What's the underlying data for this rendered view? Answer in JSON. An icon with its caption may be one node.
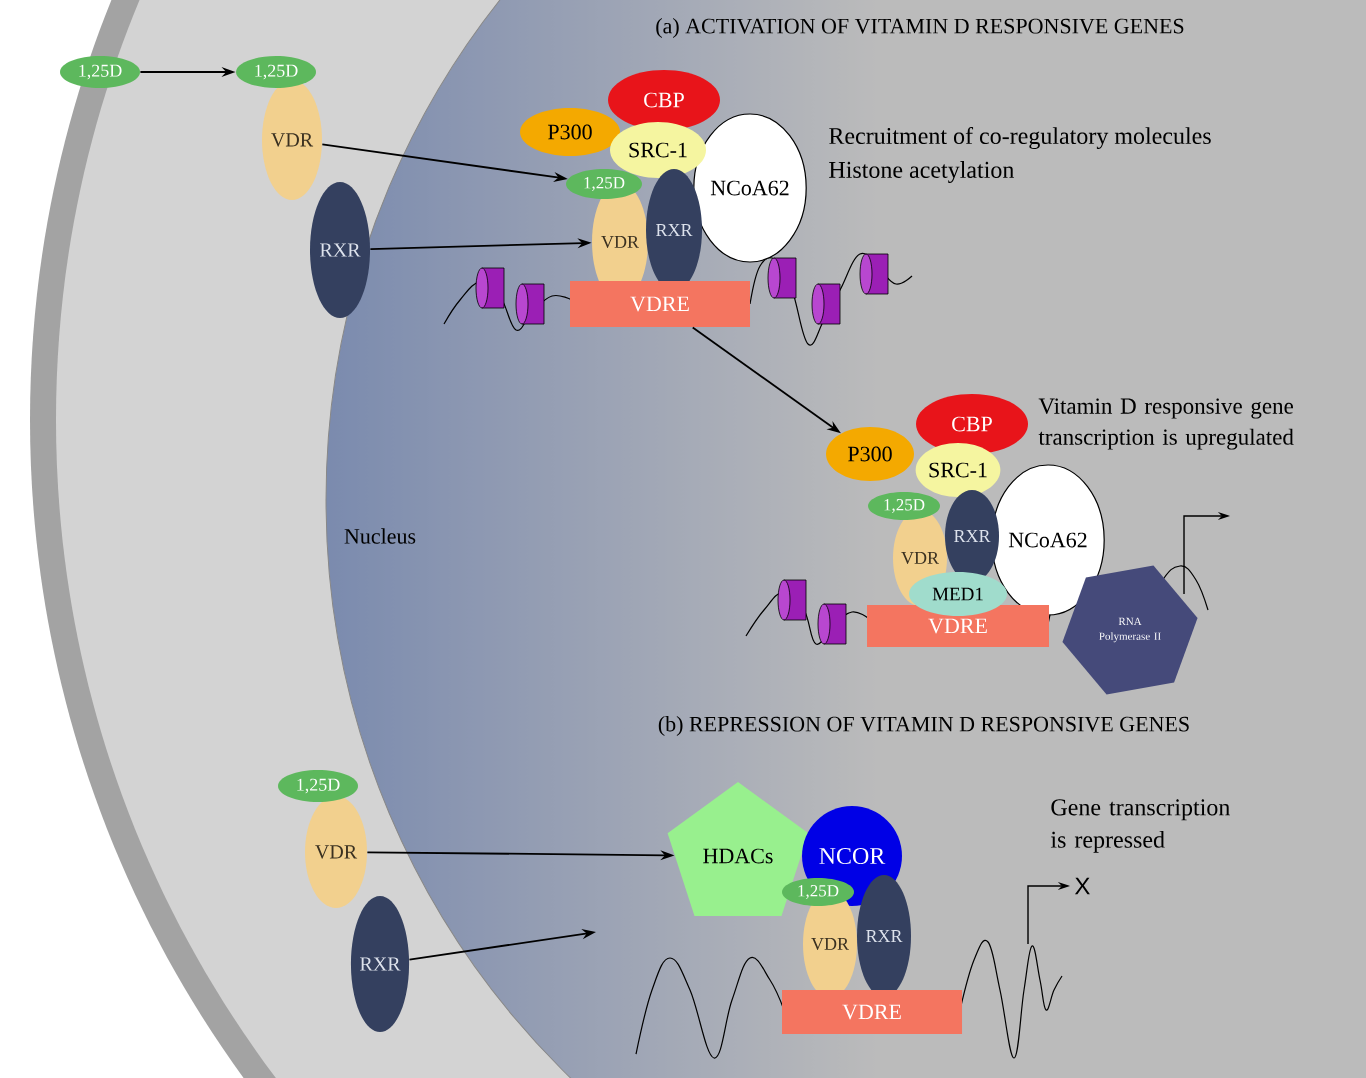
{
  "diagram": {
    "nodes": [
      {
        "text": [
          "1,25D"
        ]
      },
      {
        "text": [
          "1,25D"
        ]
      },
      {
        "text": [
          "VDR"
        ]
      },
      {
        "text": [
          "RXR"
        ]
      },
      {
        "text": [
          "CBP"
        ]
      },
      {
        "text": [
          "P300"
        ]
      },
      {
        "text": [
          "SRC-1"
        ]
      },
      {
        "text": [
          "NCoA62"
        ]
      },
      {
        "text": [
          "1,25D"
        ]
      },
      {
        "text": [
          "VDR"
        ]
      },
      {
        "text": [
          "RXR"
        ]
      },
      {
        "text": [
          "VDRE"
        ]
      },
      {
        "text": [
          "CBP"
        ]
      },
      {
        "text": [
          "P300"
        ]
      },
      {
        "text": [
          "SRC-1"
        ]
      },
      {
        "text": [
          "NCoA62"
        ]
      },
      {
        "text": [
          "1,25D"
        ]
      },
      {
        "text": [
          "VDR"
        ]
      },
      {
        "text": [
          "RXR"
        ]
      },
      {
        "text": [
          "MED1"
        ]
      },
      {
        "text": [
          "VDRE"
        ]
      },
      {
        "text": [
          "RNA Polymerase II"
        ]
      },
      {
        "text": [
          "1,25D"
        ]
      },
      {
        "text": [
          "VDR"
        ]
      },
      {
        "text": [
          "RXR"
        ]
      },
      {
        "text": [
          "HDACs"
        ]
      },
      {
        "text": [
          "NCOR"
        ]
      },
      {
        "text": [
          "1,25D"
        ]
      },
      {
        "text": [
          "VDR"
        ]
      },
      {
        "text": [
          "RXR"
        ]
      },
      {
        "text": [
          "VDRE"
        ]
      }
    ],
    "edges": [
      {
        "from": 0,
        "to": 1,
        "arrow": "to"
      },
      {
        "from": 2,
        "to": 8,
        "arrow": "to"
      },
      {
        "from": 3,
        "to": 9,
        "arrow": "to"
      },
      {
        "from": 11,
        "to": 13,
        "arrow": "to"
      },
      {
        "from": 23,
        "to": 25,
        "arrow": "to"
      },
      {
        "from": 24,
        "to": null,
        "arrow": "to"
      }
    ],
    "labels": [
      "(a) ACTIVATION OF VITAMIN D RESPONSIVE GENES",
      "Recruitment of co-regulatory molecules",
      "Histone acetylation",
      "Vitamin D responsive gene transcription is upregulated",
      "Nucleus",
      "(b) REPRESSION OF VITAMIN D RESPONSIVE GENES",
      "Gene transcription is repressed",
      "X"
    ]
  }
}
